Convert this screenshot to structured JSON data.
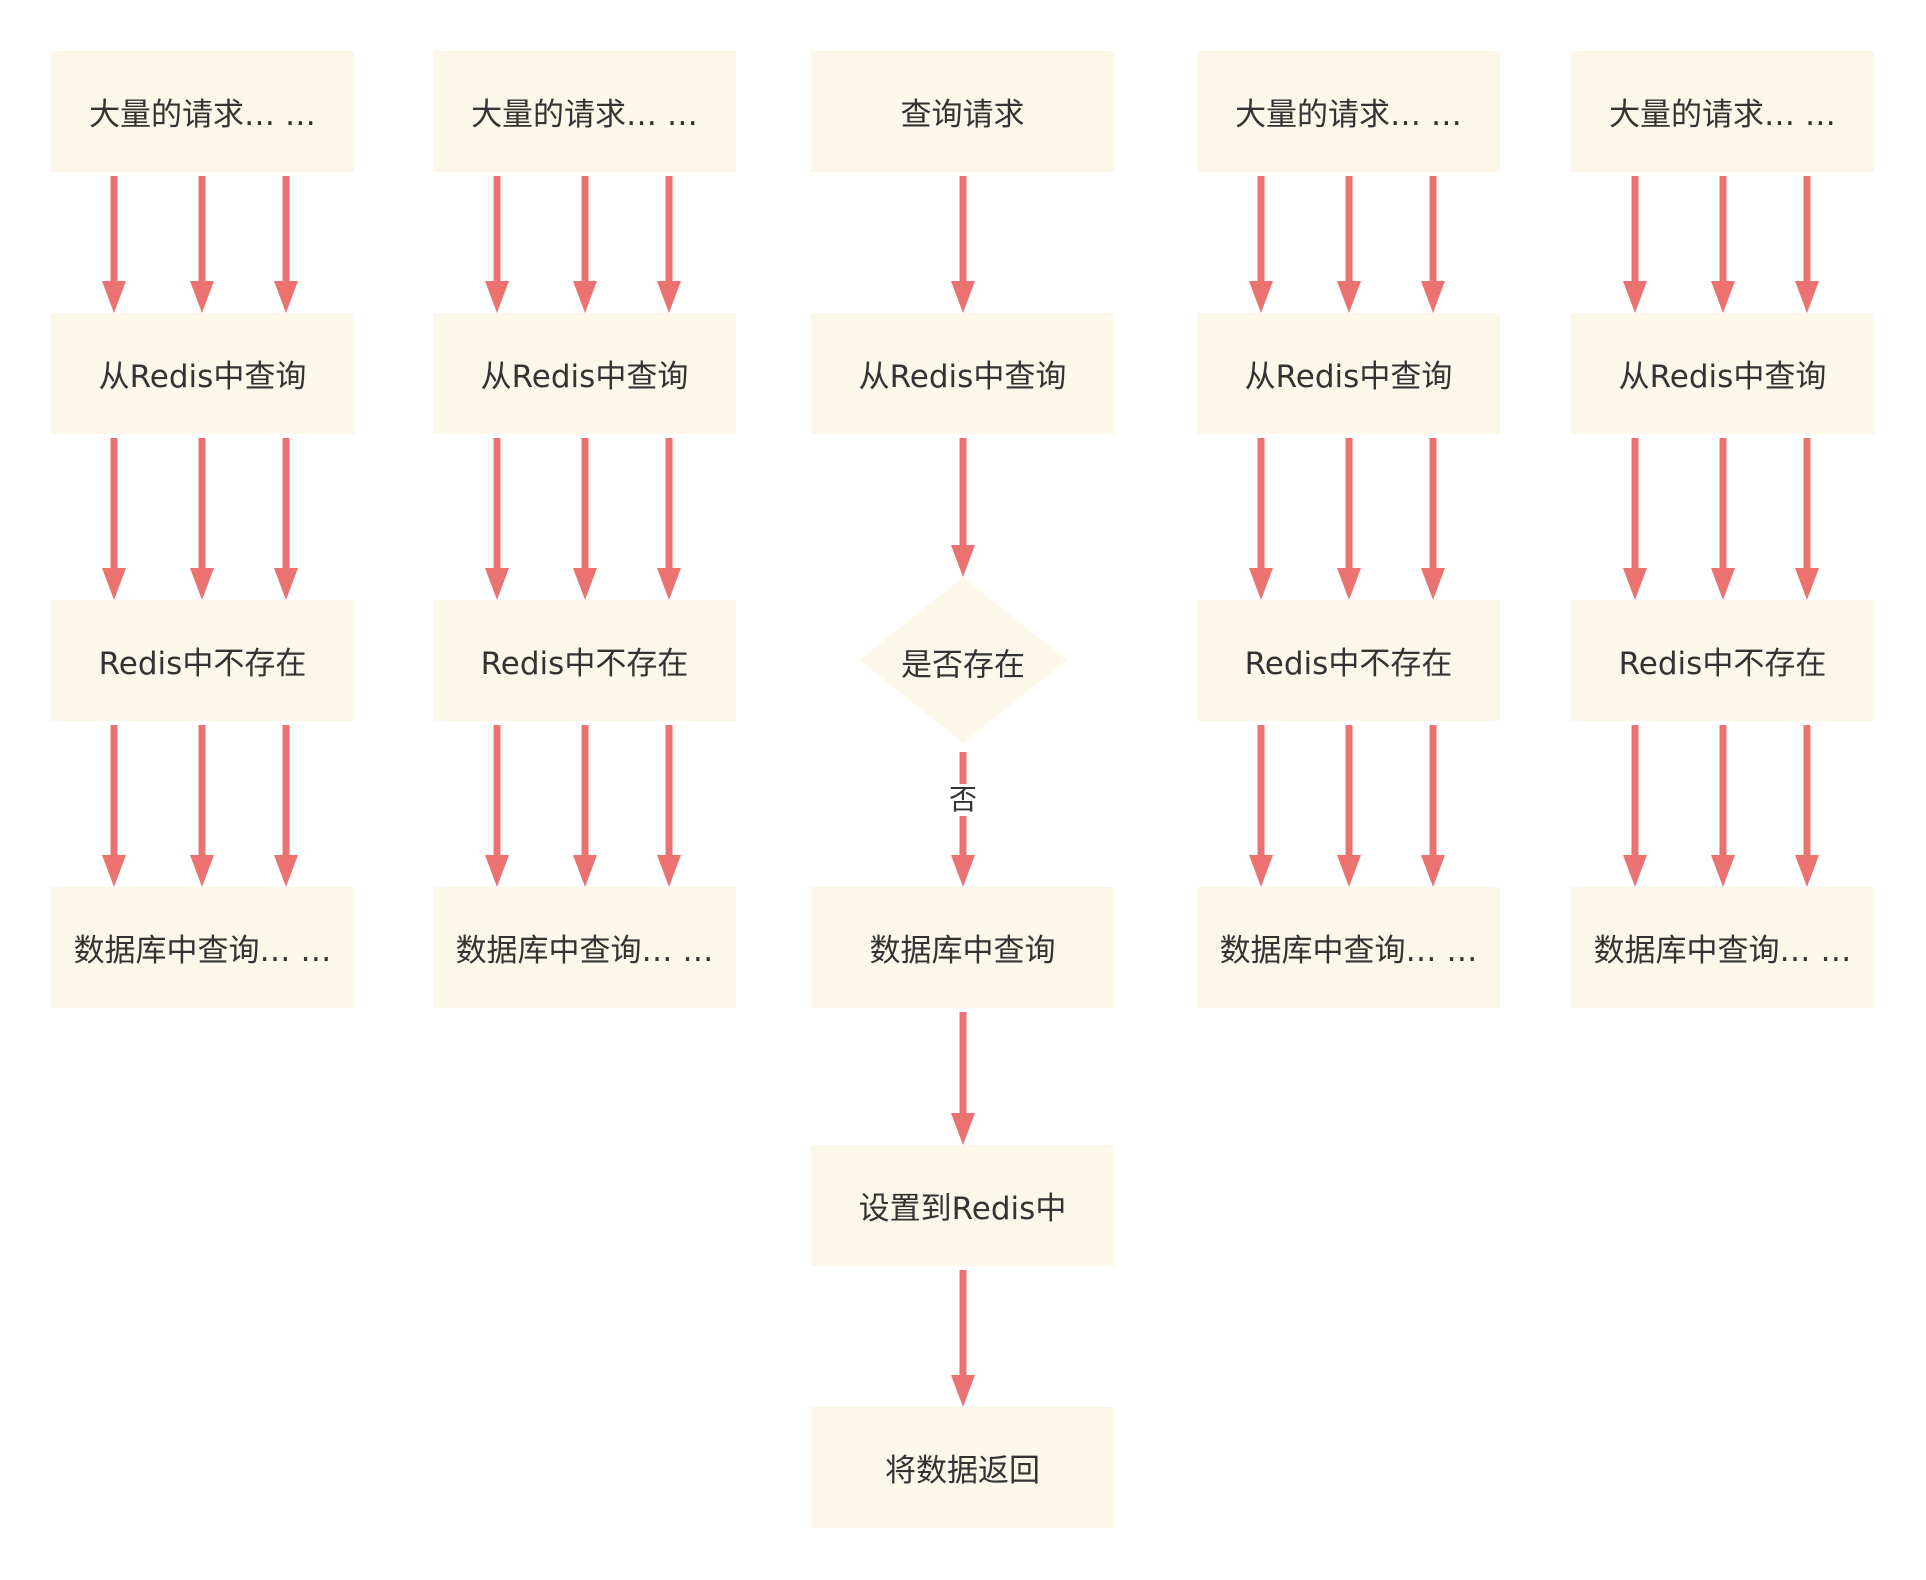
{
  "colors": {
    "node_fill": "#fbf8ea",
    "arrow": "#ec7171",
    "text": "#333333"
  },
  "columns": [
    {
      "nodes": [
        "大量的请求… …",
        "从Redis中查询",
        "Redis中不存在",
        "数据库中查询… …"
      ],
      "fan": 3
    },
    {
      "nodes": [
        "大量的请求… …",
        "从Redis中查询",
        "Redis中不存在",
        "数据库中查询… …"
      ],
      "fan": 3
    },
    {
      "nodes": [
        "查询请求",
        "从Redis中查询",
        "是否存在",
        "数据库中查询",
        "设置到Redis中",
        "将数据返回"
      ],
      "fan": 1,
      "decision_index": 2,
      "decision_edge_label": "否"
    },
    {
      "nodes": [
        "大量的请求… …",
        "从Redis中查询",
        "Redis中不存在",
        "数据库中查询… …"
      ],
      "fan": 3
    },
    {
      "nodes": [
        "大量的请求… …",
        "从Redis中查询",
        "Redis中不存在",
        "数据库中查询… …"
      ],
      "fan": 3
    }
  ]
}
